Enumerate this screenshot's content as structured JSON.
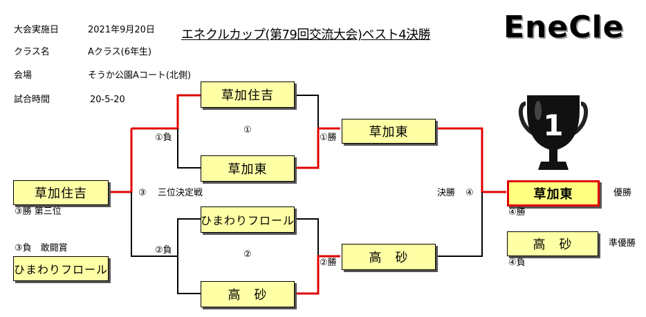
{
  "header": {
    "labels": {
      "date_label": "大会実施日",
      "class_label": "クラス名",
      "venue_label": "会場",
      "time_label": "試合時間"
    },
    "values": {
      "date": "2021年9月20日",
      "class": "Aクラス(6年生)",
      "venue": "そうか公園Aコート(北側)",
      "time": "20-5-20"
    }
  },
  "title": "エネクルカップ(第79回交流大会)ベスト4決勝",
  "logo": "EneCle",
  "teams": {
    "semi1_top": "草加住吉",
    "semi1_bottom": "草加東",
    "semi2_top": "ひまわりフロール",
    "semi2_bottom": "高　砂",
    "final_top": "草加東",
    "final_bottom": "高　砂",
    "champion": "草加東",
    "runner_up": "高　砂",
    "third": "草加住吉",
    "fighting_spirit": "ひまわりフロール"
  },
  "labels": {
    "match1": "①",
    "match2": "②",
    "m1_loser": "①負",
    "m2_loser": "②負",
    "m1_winner": "①勝",
    "m2_winner": "②勝",
    "third_place_num": "③",
    "third_place_match": "三位決定戦",
    "final_label": "決勝",
    "final_num": "④",
    "third_win": "③勝 第三位",
    "third_lose": "③負　敢闘賞",
    "champion_note": "④勝",
    "runner_note": "④負",
    "champion_title": "優勝",
    "runner_title": "準優勝",
    "trophy_number": "1"
  },
  "colors": {
    "winner_line": "#e00000",
    "box_fill": "#ffffa6"
  }
}
